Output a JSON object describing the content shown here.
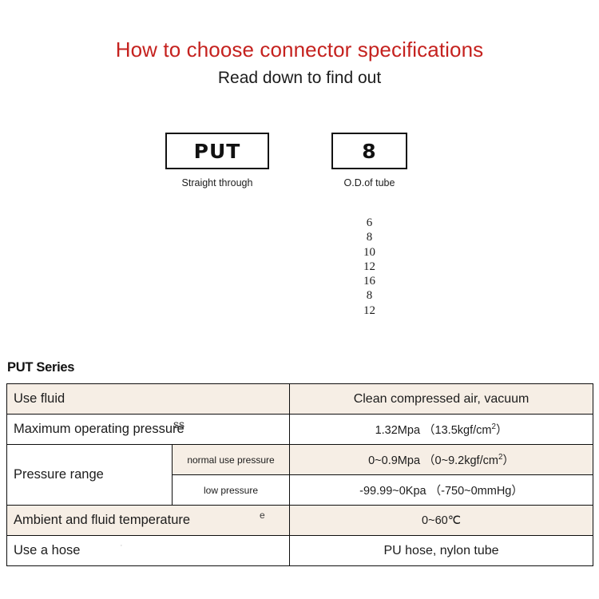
{
  "header": {
    "title": "How to choose connector specifications",
    "subtitle": "Read down to find out",
    "title_color": "#c5221f"
  },
  "selector": {
    "boxes": [
      {
        "value": "PUT",
        "caption": "Straight through"
      },
      {
        "value": "8",
        "caption": "O.D.of tube"
      }
    ],
    "od_options": [
      "6",
      "8",
      "10",
      "12",
      "16",
      "8",
      "12"
    ]
  },
  "series": {
    "label": "PUT Series"
  },
  "spec_table": {
    "accent_row_color": "#f6eee5",
    "rows": [
      {
        "label": "Use fluid",
        "value": "Clean compressed air, vacuum",
        "shaded": true
      },
      {
        "label": "Maximum operating pressure",
        "label_artifact": "ss",
        "value_prefix": "1.32Mpa （13.5kgf/cm",
        "value_sup": "2",
        "value_suffix": "）",
        "shaded": false
      },
      {
        "label": "Pressure range",
        "sub_rows": [
          {
            "sublabel": "normal use pressure",
            "value_prefix": "0~0.9Mpa （0~9.2kgf/cm",
            "value_sup": "2",
            "value_suffix": "）",
            "shaded": true
          },
          {
            "sublabel": "low pressure",
            "value": "-99.99~0Kpa （-750~0mmHg）",
            "shaded": false
          }
        ]
      },
      {
        "label": "Ambient and fluid temperature",
        "label_artifact": "e",
        "value": "0~60℃",
        "shaded": true
      },
      {
        "label": "Use a hose",
        "label_artifact": "·",
        "value": "PU hose, nylon tube",
        "shaded": false
      }
    ]
  }
}
